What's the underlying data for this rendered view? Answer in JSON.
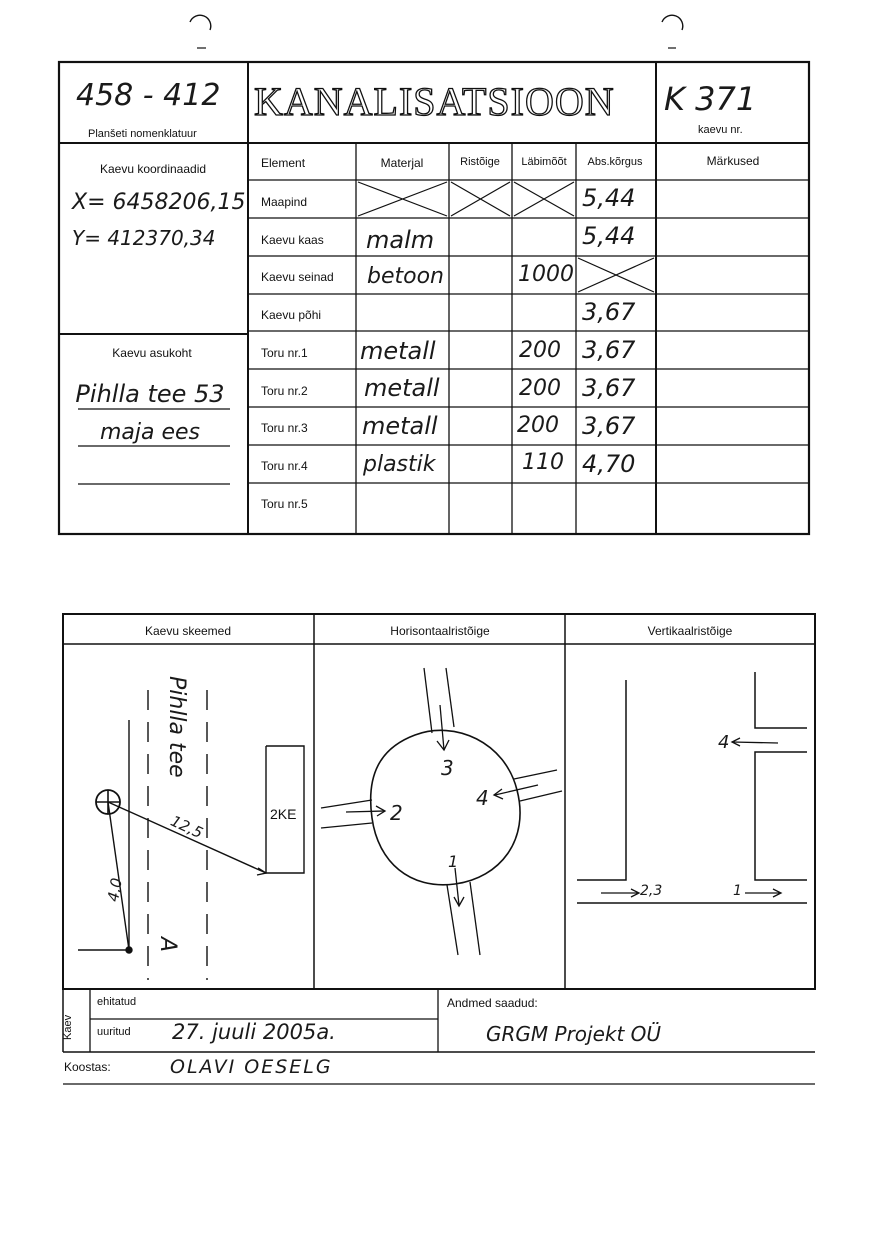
{
  "header": {
    "nomenclature_value": "458 - 412",
    "nomenclature_label": "Planšeti nomenklatuur",
    "title": "KANALISATSIOON",
    "well_number_value": "K 371",
    "well_number_label": "kaevu nr."
  },
  "coordinates": {
    "label": "Kaevu koordinaadid",
    "x": "X= 6458206,15",
    "y": "Y= 412370,34"
  },
  "location": {
    "label": "Kaevu asukoht",
    "line1": "Pihlla tee 53",
    "line2": "maja ees"
  },
  "table": {
    "columns": [
      "Element",
      "Materjal",
      "Ristõige",
      "Läbimõõt",
      "Abs.kõrgus",
      "Märkused"
    ],
    "rows": [
      {
        "element": "Maapind",
        "material": "",
        "cross": "",
        "diameter": "",
        "height": "5,44",
        "notes": ""
      },
      {
        "element": "Kaevu kaas",
        "material": "malm",
        "cross": "",
        "diameter": "",
        "height": "5,44",
        "notes": ""
      },
      {
        "element": "Kaevu seinad",
        "material": "betoon",
        "cross": "",
        "diameter": "1000",
        "height": "",
        "notes": ""
      },
      {
        "element": "Kaevu põhi",
        "material": "",
        "cross": "",
        "diameter": "",
        "height": "3,67",
        "notes": ""
      },
      {
        "element": "Toru nr.1",
        "material": "metall",
        "cross": "",
        "diameter": "200",
        "height": "3,67",
        "notes": ""
      },
      {
        "element": "Toru nr.2",
        "material": "metall",
        "cross": "",
        "diameter": "200",
        "height": "3,67",
        "notes": ""
      },
      {
        "element": "Toru nr.3",
        "material": "metall",
        "cross": "",
        "diameter": "200",
        "height": "3,67",
        "notes": ""
      },
      {
        "element": "Toru nr.4",
        "material": "plastik",
        "cross": "",
        "diameter": "110",
        "height": "4,70",
        "notes": ""
      },
      {
        "element": "Toru nr.5",
        "material": "",
        "cross": "",
        "diameter": "",
        "height": "",
        "notes": ""
      }
    ]
  },
  "sketch": {
    "panel_titles": [
      "Kaevu skeemed",
      "Horisontaalristõige",
      "Vertikaalristõige"
    ],
    "street_label": "Pihlla tee",
    "distance_a": "12,5",
    "distance_b": "4,0",
    "building_label": "2KE",
    "marker_a": "A",
    "pipe_labels": [
      "1",
      "2",
      "3",
      "4"
    ],
    "vertical_labels": [
      "4",
      "2,3",
      "1"
    ]
  },
  "footer": {
    "side_label": "Kaev",
    "built_label": "ehitatud",
    "surveyed_label": "uuritud",
    "surveyed_date": "27. juuli 2005a.",
    "data_source_label": "Andmed saadud:",
    "data_source_value": "GRGM Projekt OÜ",
    "compiled_label": "Koostas:",
    "compiled_value": "OLAVI OESELG"
  }
}
